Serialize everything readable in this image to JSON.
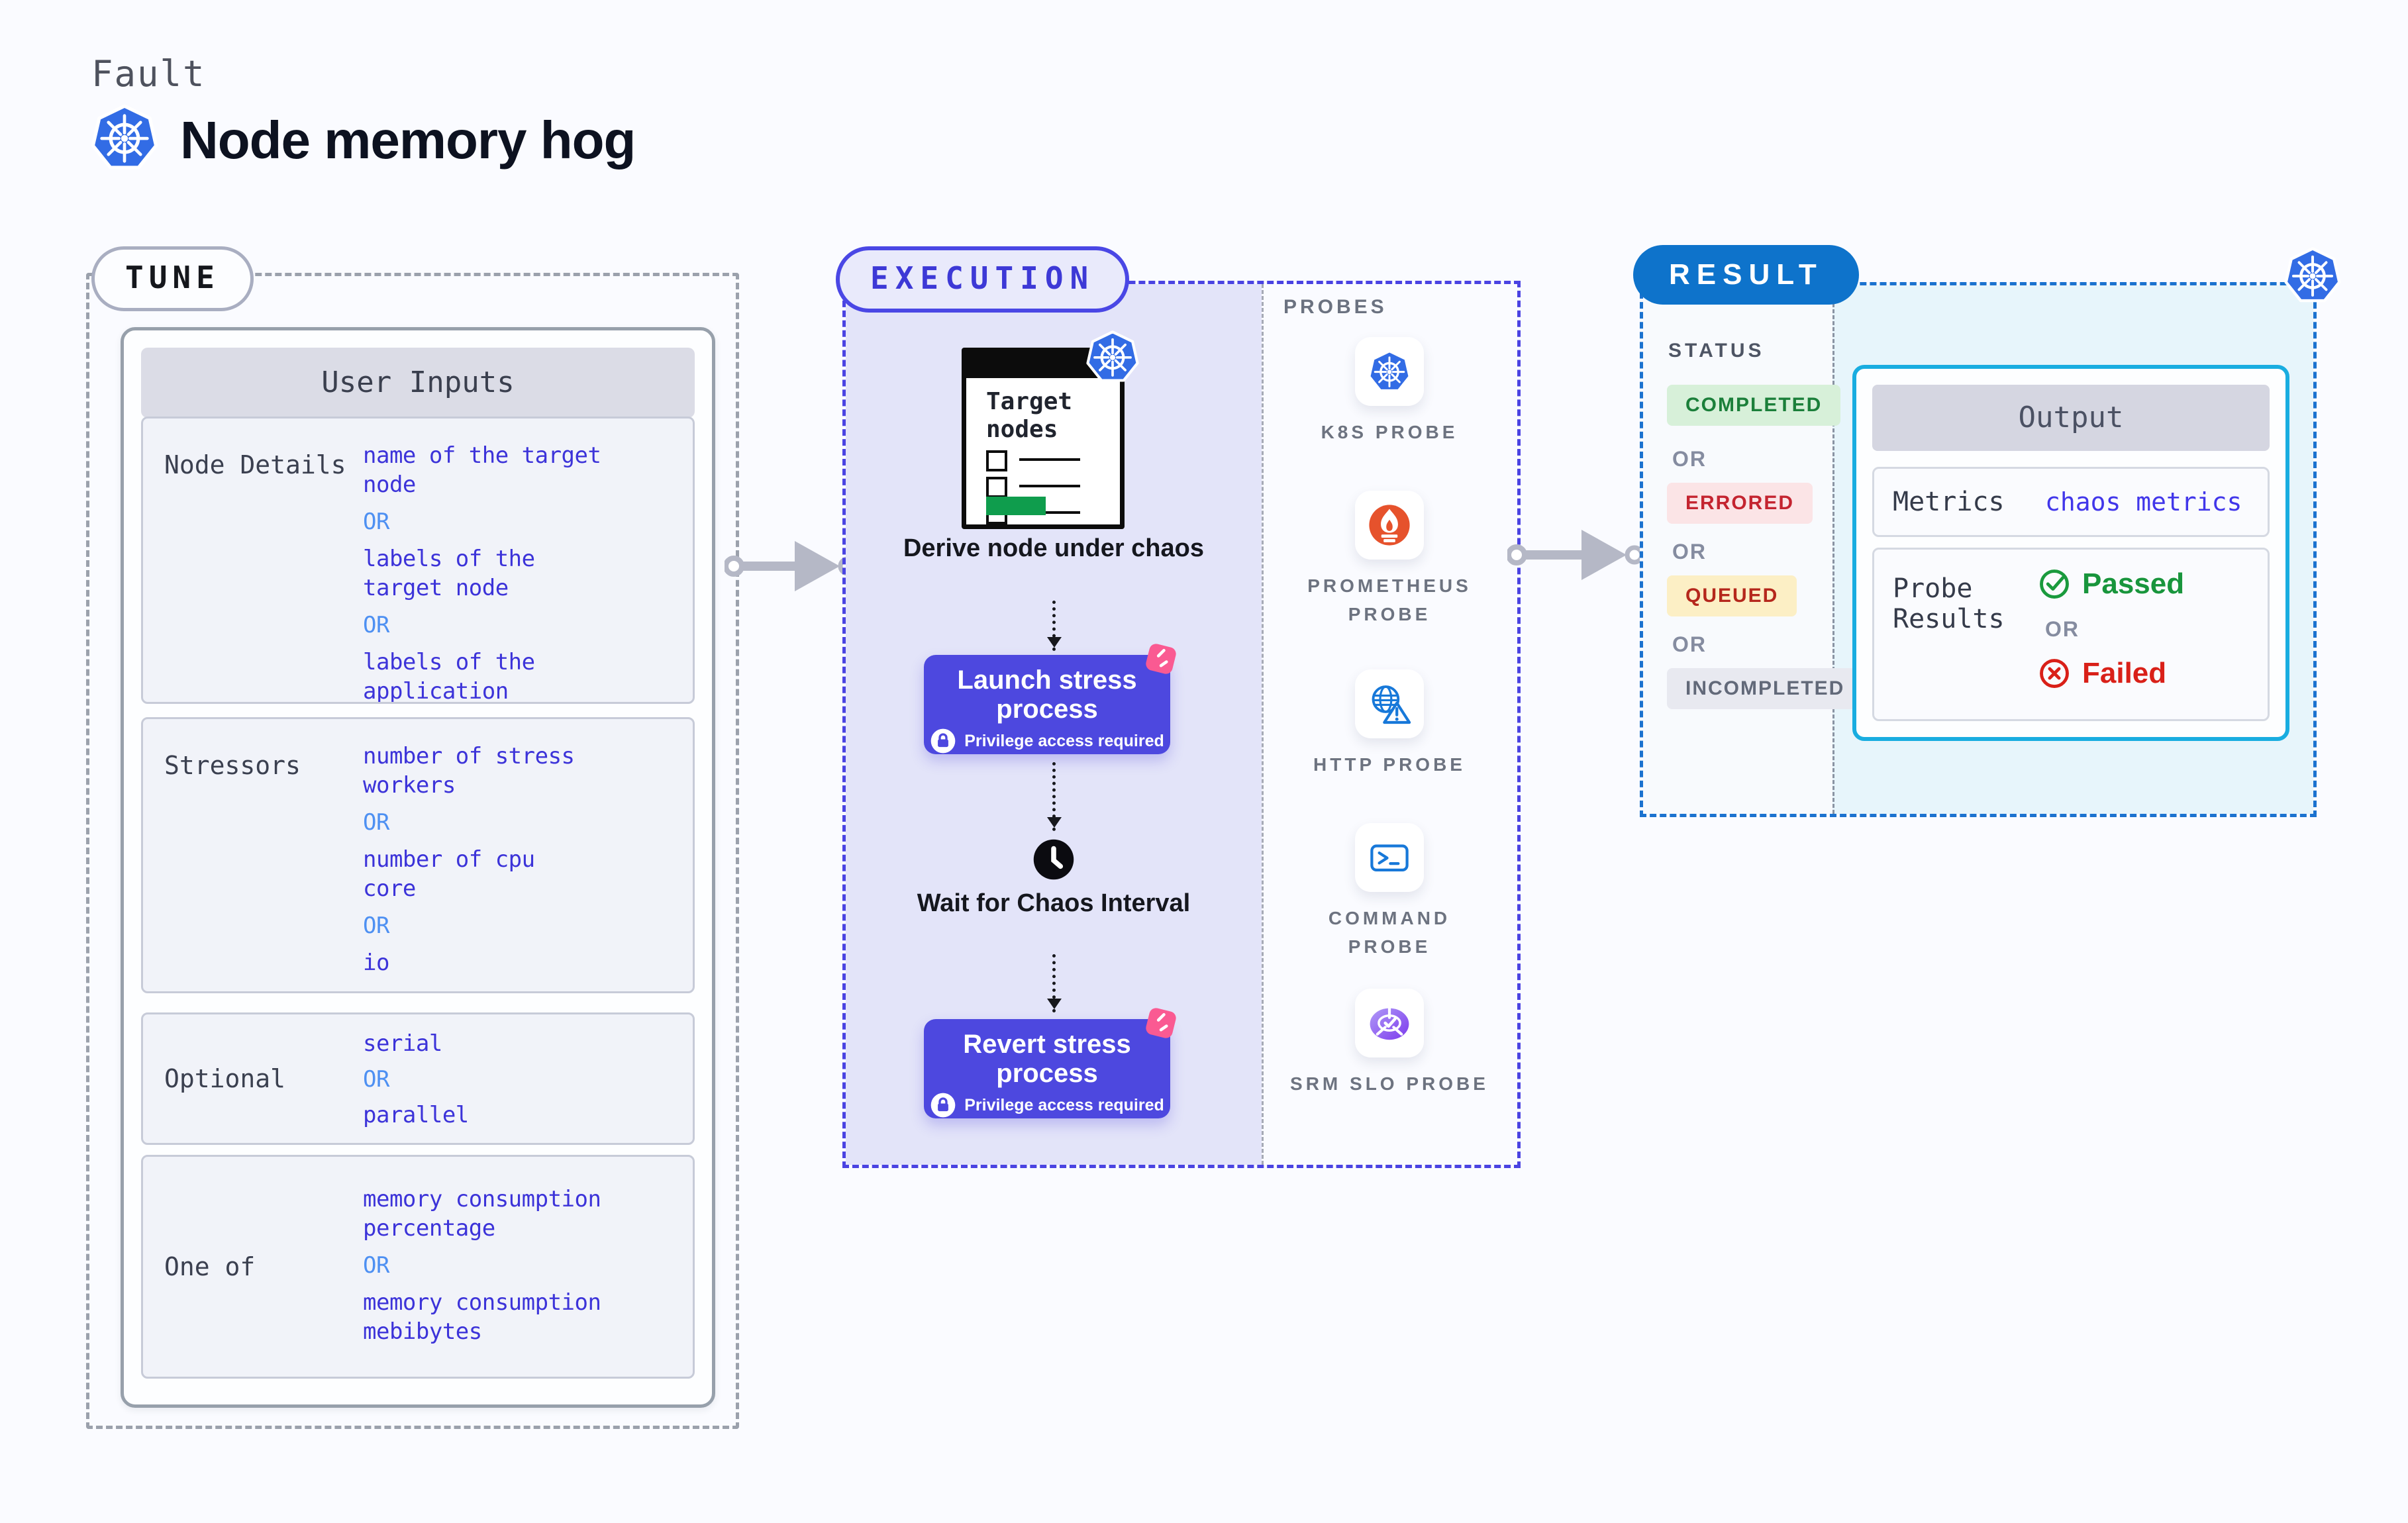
{
  "header": {
    "eyebrow": "Fault",
    "title": "Node memory hog",
    "icon": "kubernetes-icon"
  },
  "tune": {
    "badge": "TUNE",
    "table": {
      "title": "User Inputs",
      "rows": [
        {
          "label": "Node Details",
          "values": [
            {
              "kind": "value",
              "text": "name of the target\nnode"
            },
            {
              "kind": "or",
              "text": "OR"
            },
            {
              "kind": "value",
              "text": "labels of the\ntarget node"
            },
            {
              "kind": "or",
              "text": "OR"
            },
            {
              "kind": "value",
              "text": "labels of the application\n scheduled on target node"
            }
          ]
        },
        {
          "label": "Stressors",
          "values": [
            {
              "kind": "value",
              "text": "number of stress\nworkers"
            },
            {
              "kind": "or",
              "text": "OR"
            },
            {
              "kind": "value",
              "text": "number of cpu\ncore"
            },
            {
              "kind": "or",
              "text": "OR"
            },
            {
              "kind": "value",
              "text": "io"
            }
          ]
        },
        {
          "label": "Optional",
          "values": [
            {
              "kind": "value",
              "text": "serial"
            },
            {
              "kind": "or",
              "text": "OR"
            },
            {
              "kind": "value",
              "text": "parallel"
            }
          ]
        },
        {
          "label": "One of",
          "values": [
            {
              "kind": "value",
              "text": "memory consumption\npercentage"
            },
            {
              "kind": "or",
              "text": "OR"
            },
            {
              "kind": "value",
              "text": "memory consumption\nmebibytes"
            }
          ]
        }
      ]
    }
  },
  "execution": {
    "badge": "EXECUTION",
    "target_card": {
      "title": "Target nodes",
      "icon": "kubernetes-icon"
    },
    "derive_label": "Derive node under chaos",
    "launch": {
      "title": "Launch stress process",
      "subtitle": "Privilege access required",
      "icon": "lock-icon"
    },
    "wait_label": "Wait for Chaos Interval",
    "revert": {
      "title": "Revert stress process",
      "subtitle": "Privilege access required",
      "icon": "lock-icon"
    },
    "probes": {
      "heading": "PROBES",
      "items": [
        {
          "name": "K8S PROBE",
          "icon": "kubernetes-icon"
        },
        {
          "name": "PROMETHEUS PROBE",
          "icon": "prometheus-icon"
        },
        {
          "name": "HTTP PROBE",
          "icon": "http-globe-icon"
        },
        {
          "name": "COMMAND PROBE",
          "icon": "terminal-icon"
        },
        {
          "name": "SRM SLO PROBE",
          "icon": "slo-pie-check-icon"
        }
      ]
    }
  },
  "result": {
    "badge": "RESULT",
    "status": {
      "heading": "STATUS",
      "items": [
        {
          "kind": "badge",
          "variant": "completed",
          "text": "COMPLETED"
        },
        {
          "kind": "or",
          "text": "OR"
        },
        {
          "kind": "badge",
          "variant": "errored",
          "text": "ERRORED"
        },
        {
          "kind": "or",
          "text": "OR"
        },
        {
          "kind": "badge",
          "variant": "queued",
          "text": "QUEUED"
        },
        {
          "kind": "or",
          "text": "OR"
        },
        {
          "kind": "badge",
          "variant": "incompleted",
          "text": "INCOMPLETED"
        }
      ]
    },
    "output": {
      "title": "Output",
      "metrics_label": "Metrics",
      "metrics_value": "chaos metrics",
      "probe_results_label": "Probe\nResults",
      "passed": "Passed",
      "or": "OR",
      "failed": "Failed"
    }
  },
  "colors": {
    "accent_indigo": "#4a47e5",
    "value_indigo": "#3c33d9",
    "or_blue": "#4e90f2",
    "result_blue": "#0e73cb",
    "output_border_cyan": "#19ade0",
    "completed_green": "#1b7f3a",
    "errored_red": "#c42430",
    "queued_bg": "#fcefc5",
    "passed_green": "#18953c",
    "failed_red": "#d92018",
    "k8s_blue": "#326ce5",
    "prometheus_orange": "#e6522c",
    "pink_badge": "#fa5a92",
    "lavender_panel": "#e3e4f9"
  }
}
